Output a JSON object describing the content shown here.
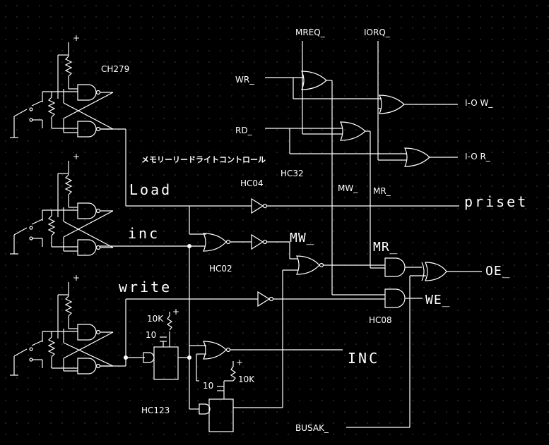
{
  "labels": {
    "chip_ch279": "CH279",
    "title_jp": "メモリーリードライトコントロール",
    "hc04": "HC04",
    "hc32": "HC32",
    "hc02": "HC02",
    "hc08": "HC08",
    "hc123": "HC123",
    "mreq": "MREQ_",
    "iorq": "IORQ_",
    "wr": "WR_",
    "rd": "RD_",
    "busak": "BUSAK_",
    "iow": "I-O W_",
    "ior": "I-O R_",
    "mw_small": "MW_",
    "mr_small": "MR_",
    "load": "Load",
    "inc_lower": "inc",
    "write": "write",
    "mw_big": "MW_",
    "mr_big": "MR_",
    "oe": "OE_",
    "we": "WE_",
    "priset": "priset",
    "inc_upper": "INC",
    "r10k_a": "10K",
    "c10_a": "10",
    "r10k_b": "10K",
    "c10_b": "10",
    "plus": "+"
  }
}
